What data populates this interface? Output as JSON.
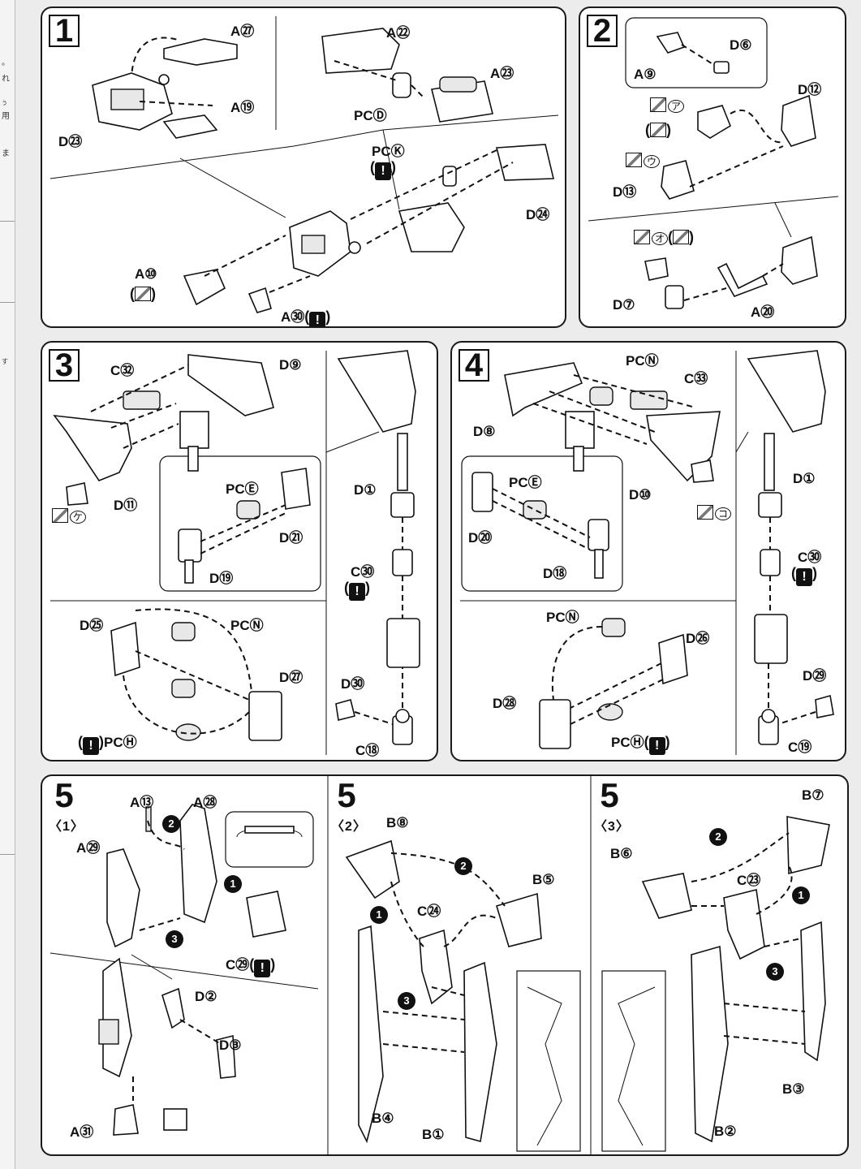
{
  "steps": [
    {
      "number": "1",
      "labels": [
        "A㉗",
        "A㉒",
        "A㉓",
        "A⑲",
        "D㉓",
        "PC",
        "PC",
        "D㉔",
        "A⑩",
        "A㉚"
      ]
    },
    {
      "number": "2",
      "labels": [
        "A⑨",
        "D⑥",
        "D⑫",
        "D⑬",
        "D⑦",
        "A⑳"
      ]
    },
    {
      "number": "3",
      "labels": [
        "C㉜",
        "D⑨",
        "D⑪",
        "PC",
        "D㉑",
        "D⑲",
        "D①",
        "C㉚",
        "D㉕",
        "PC",
        "D㉗",
        "PC",
        "D㉚",
        "C⑱"
      ]
    },
    {
      "number": "4",
      "labels": [
        "PC",
        "C㉝",
        "D⑧",
        "D⑩",
        "PC",
        "D⑳",
        "D⑱",
        "D①",
        "C㉚",
        "PC",
        "D㉖",
        "D㉘",
        "PC",
        "D㉙",
        "C⑲"
      ]
    },
    {
      "number": "5",
      "sub": "〈1〉",
      "labels": [
        "A⑬",
        "A㉘",
        "A㉙",
        "C㉙",
        "D②",
        "D③",
        "A㉛"
      ]
    },
    {
      "number": "5",
      "sub": "〈2〉",
      "labels": [
        "B⑧",
        "B⑤",
        "C㉔",
        "B④",
        "B①"
      ]
    },
    {
      "number": "5",
      "sub": "〈3〉",
      "labels": [
        "B⑦",
        "B⑥",
        "C㉓",
        "B③",
        "B②"
      ]
    }
  ],
  "pc_parts": {
    "K": "Ⓚ",
    "D": "Ⓓ",
    "E": "Ⓔ",
    "N": "Ⓝ",
    "H": "Ⓗ"
  },
  "order_marks": [
    "1",
    "2",
    "3"
  ],
  "sticker_kana": [
    "ア",
    "ウ",
    "オ",
    "ケ",
    "コ"
  ],
  "sidebar_fragments": [
    "。",
    "れ",
    "う",
    "用",
    "ま",
    "す"
  ],
  "icons": {
    "warning": "exclamation-icon",
    "order": "numbered-circle-icon",
    "sticker": "sticker-icon",
    "marking": "circle-mark-icon"
  }
}
